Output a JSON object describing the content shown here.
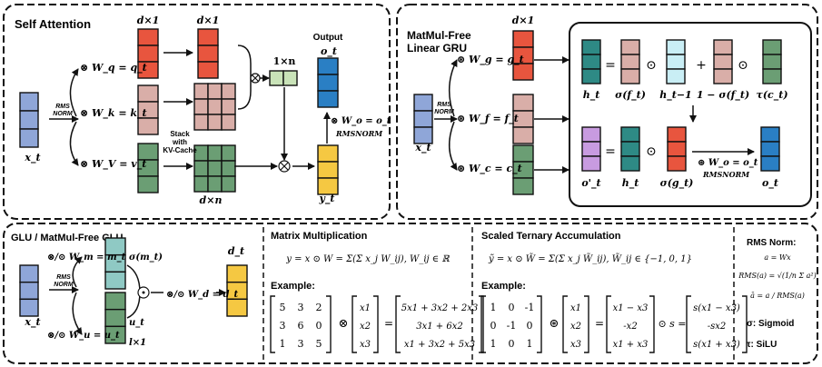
{
  "colors": {
    "orange": "#e8553e",
    "pink": "#d9aea8",
    "green": "#6b9e74",
    "blue": "#2a7fc4",
    "yellow": "#f5c842",
    "lightgreen": "#c9e3b8",
    "purple": "#8b7fd4",
    "teal": "#2e8a85",
    "cyan": "#c9eef5",
    "lilac": "#c89be0",
    "bluex": "#8fa6d8",
    "glu_teal": "#8fc9c4",
    "glu_green": "#6b9e74",
    "glu_yellow": "#f5c842"
  },
  "self_attention": {
    "title": "Self Attention",
    "dim_dx1": "d×1",
    "dim_dx1b": "d×1",
    "dim_1xn": "1×n",
    "dim_dxn": "d×n",
    "output_label": "Output",
    "o_t": "o_t",
    "wq": "⊗ W_q = q_t",
    "wk": "⊗ W_k = k_t",
    "wv": "⊗ W_V = v_t",
    "wo": "⊗ W_o = o_t",
    "rmsnorm": "RMSNORM",
    "rms_norm_arrow": [
      "RMS",
      "NORM"
    ],
    "stack": [
      "Stack",
      "with",
      "KV-Cache"
    ],
    "x_t": "x_t",
    "y_t": "y_t"
  },
  "gru": {
    "title": [
      "MatMul-Free",
      "Linear GRU"
    ],
    "dim_dx1": "d×1",
    "wg": "⊛ W_g = g_t",
    "wf": "⊛ W_f = f_t",
    "wc": "⊛ W_c = c_t",
    "rms_norm_arrow": [
      "RMS",
      "NORM"
    ],
    "x_t": "x_t",
    "h_t": "h_t",
    "sigma_f": "σ(f_t)",
    "h_prev": "h_t−1",
    "one_minus": "1 − σ(f_t)",
    "tau_c": "τ(c_t)",
    "o_prime": "o'_t",
    "h_t2": "h_t",
    "sigma_g": "σ(g_t)",
    "wo": "⊛ W_o = o_t",
    "rmsnorm": "RMSNORM",
    "o_t": "o_t",
    "eq": "=",
    "odot": "⊙",
    "plus": "+"
  },
  "glu": {
    "title": "GLU / MatMul-Free GLU",
    "wm": "⊗/⊙ W_m = m_t",
    "wu": "⊗/⊙ W_u = u_t",
    "wd": "⊗/⊙ W_d = d_t",
    "sigma_m": "σ(m_t)",
    "u_t": "u_t",
    "l1": "l×1",
    "d_t": "d_t",
    "x_t": "x_t",
    "rms_norm_arrow": [
      "RMS",
      "NORM"
    ],
    "odot": "⊙"
  },
  "matmul": {
    "title": "Matrix Multiplication",
    "formula": "y = x ⊙ W = Σ(Σ x_j W_ij),   W_ij ∈ ℝ",
    "example": "Example:",
    "matrix": [
      [
        "5",
        "3",
        "2"
      ],
      [
        "3",
        "6",
        "0"
      ],
      [
        "1",
        "3",
        "5"
      ]
    ],
    "vec": [
      "x1",
      "x2",
      "x3"
    ],
    "result": [
      "5x1 + 3x2 + 2x3",
      "3x1 + 6x2",
      "x1 + 3x2 + 5x3"
    ],
    "op": "⊗",
    "eq": "="
  },
  "ternary": {
    "title": "Scaled Ternary Accumulation",
    "formula": "ỹ = x ⊙ W̃ = Σ(Σ x_j W̃_ij),   W̃_ij ∈ {−1, 0, 1}",
    "example": "Example:",
    "matrix": [
      [
        "1",
        "0",
        "-1"
      ],
      [
        "0",
        "-1",
        "0"
      ],
      [
        "1",
        "0",
        "1"
      ]
    ],
    "vec": [
      "x1",
      "x2",
      "x3"
    ],
    "mid": [
      "x1 − x3",
      "-x2",
      "x1 + x3"
    ],
    "result": [
      "s(x1 − x3)",
      "-sx2",
      "s(x1 + x3)"
    ],
    "op": "⊛",
    "eq": "=",
    "scale": "⊙ s ="
  },
  "rms": {
    "title": "RMS Norm:",
    "l1": "a = Wx",
    "l2": "RMS(a) = √(1/n Σ a²)",
    "l3": "ā = a / RMS(a)",
    "sigma": "σ: Sigmoid",
    "tau": "τ: SiLU"
  }
}
